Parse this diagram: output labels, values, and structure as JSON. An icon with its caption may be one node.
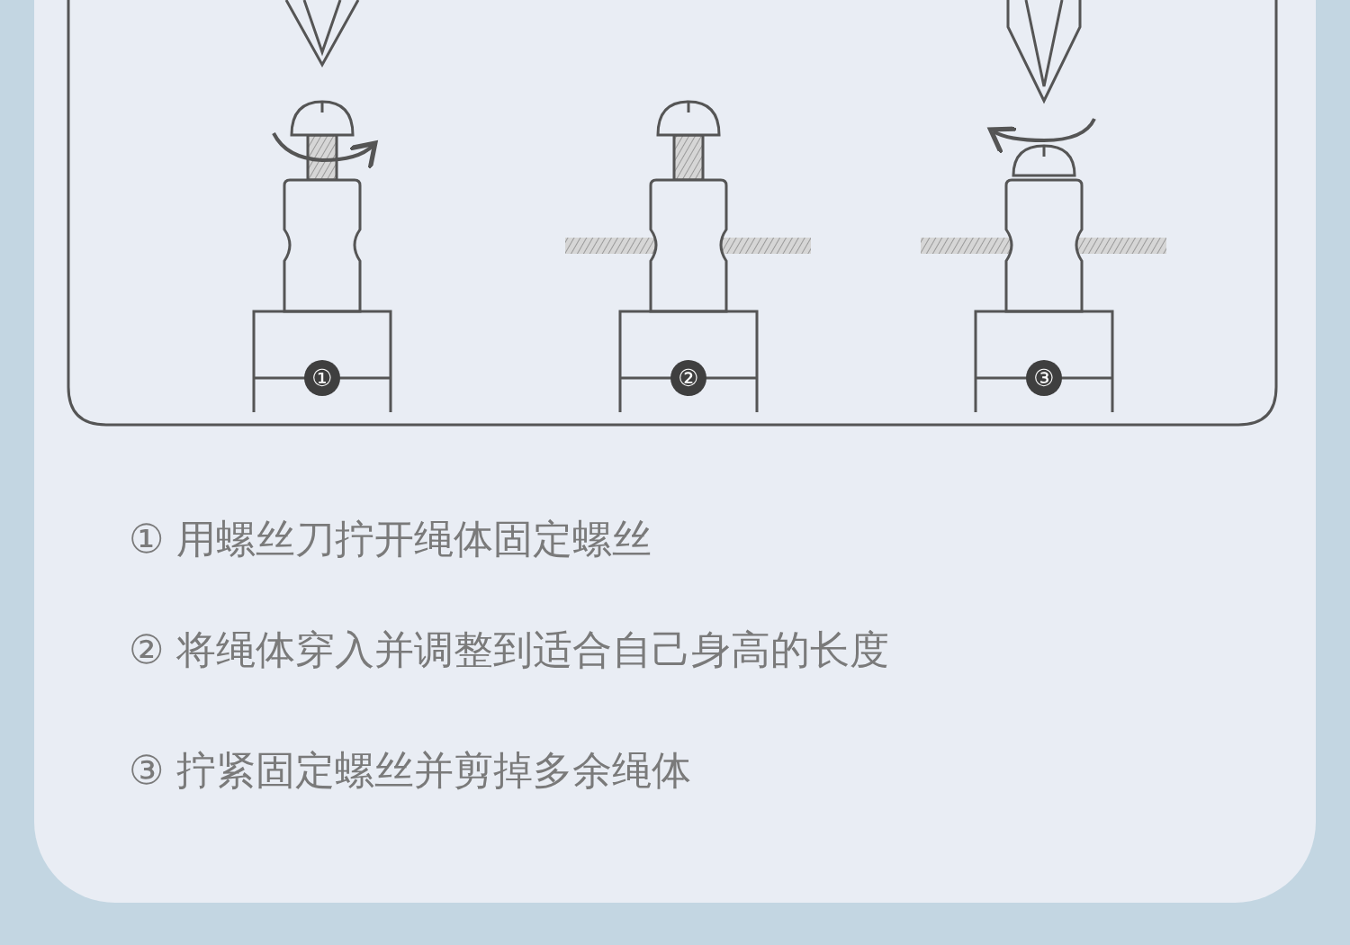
{
  "diagram": {
    "labels": [
      "①",
      "②",
      "③",
      "① 用螺丝刀拧开绳体固定螺丝",
      "② 将绳体穿入并调整到适合自己身高的长度",
      "③ 拧紧固定螺丝并剪掉多余绳体"
    ]
  }
}
